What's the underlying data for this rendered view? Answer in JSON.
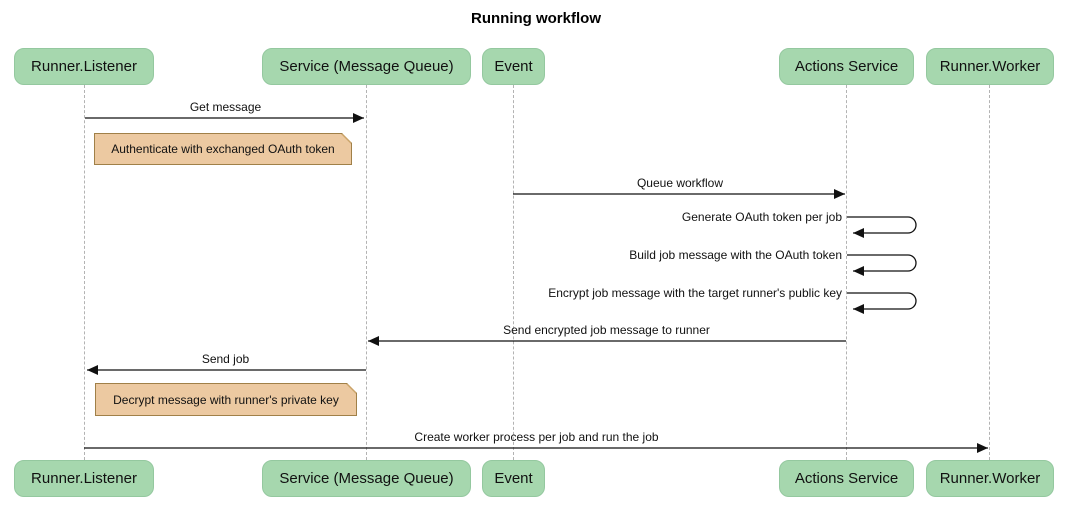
{
  "title": "Running workflow",
  "participants": [
    {
      "name": "Runner.Listener"
    },
    {
      "name": "Service (Message Queue)"
    },
    {
      "name": "Event"
    },
    {
      "name": "Actions Service"
    },
    {
      "name": "Runner.Worker"
    }
  ],
  "messages": [
    {
      "label": "Get message",
      "from": "Runner.Listener",
      "to": "Service (Message Queue)",
      "type": "solid-arrow"
    },
    {
      "label": "Queue workflow",
      "from": "Event",
      "to": "Actions Service",
      "type": "solid-arrow"
    },
    {
      "label": "Generate OAuth token per job",
      "from": "Actions Service",
      "to": "Actions Service",
      "type": "self-loop"
    },
    {
      "label": "Build job message with the OAuth token",
      "from": "Actions Service",
      "to": "Actions Service",
      "type": "self-loop"
    },
    {
      "label": "Encrypt job message with the target runner's public key",
      "from": "Actions Service",
      "to": "Actions Service",
      "type": "self-loop"
    },
    {
      "label": "Send encrypted job message to runner",
      "from": "Actions Service",
      "to": "Service (Message Queue)",
      "type": "solid-arrow"
    },
    {
      "label": "Send job",
      "from": "Service (Message Queue)",
      "to": "Runner.Listener",
      "type": "solid-arrow"
    },
    {
      "label": "Create worker process per job and run the job",
      "from": "Runner.Listener",
      "to": "Runner.Worker",
      "type": "solid-arrow"
    }
  ],
  "notes": [
    {
      "text": "Authenticate with exchanged OAuth token",
      "over": "Runner.Listener"
    },
    {
      "text": "Decrypt message with runner's private key",
      "over": "Runner.Listener"
    }
  ],
  "colors": {
    "actor_fill": "#a6d7ae",
    "actor_border": "#94c89f",
    "note_fill": "#ecc9a1",
    "note_border": "#a08048",
    "lifeline": "#b3b3b3",
    "arrow": "#111111",
    "background": "#ffffff"
  }
}
